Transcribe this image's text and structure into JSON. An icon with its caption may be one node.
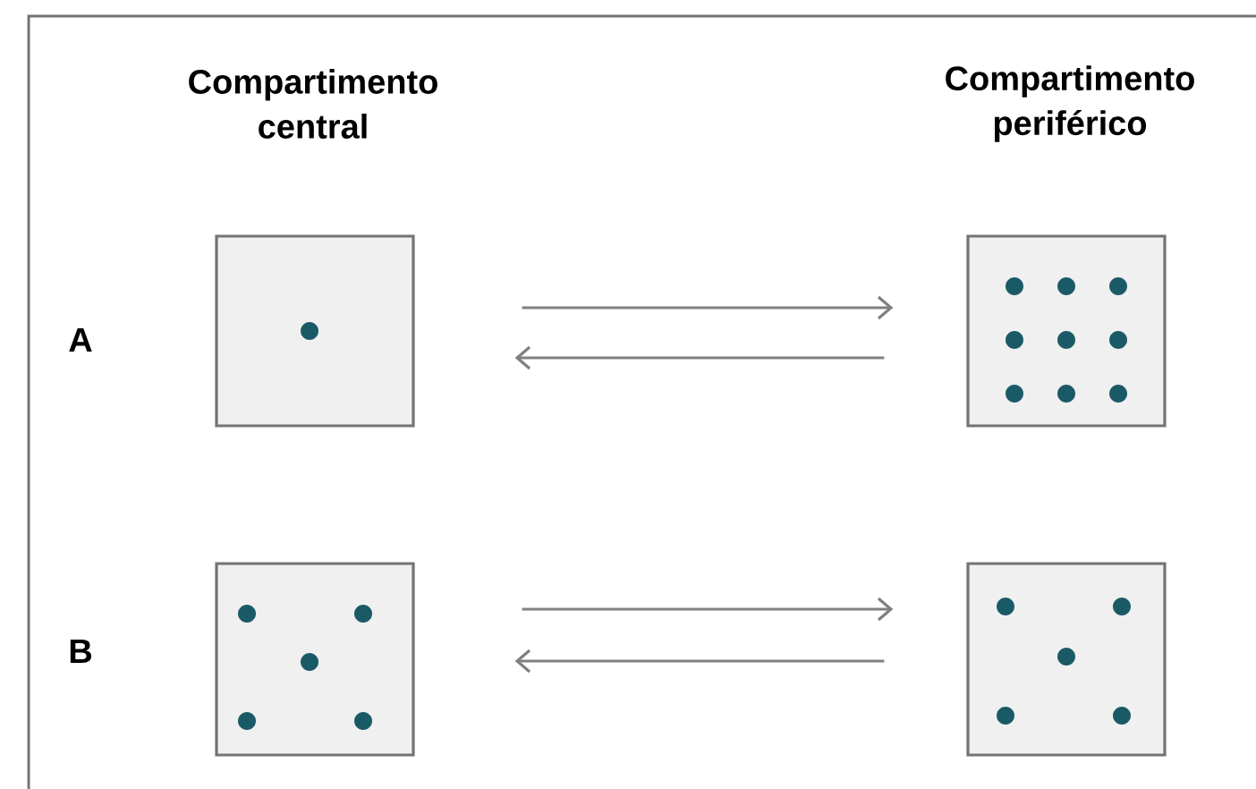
{
  "diagram": {
    "nodes": [
      {
        "text": [],
        "shape": "box"
      },
      {
        "text": [],
        "shape": "box"
      },
      {
        "text": [],
        "shape": "box"
      },
      {
        "text": [],
        "shape": "box"
      }
    ],
    "edges": [
      {
        "from": 0,
        "to": 1,
        "arrow": "to"
      },
      {
        "from": 1,
        "to": 0,
        "arrow": "to"
      },
      {
        "from": 2,
        "to": 3,
        "arrow": "to"
      },
      {
        "from": 3,
        "to": 2,
        "arrow": "to"
      }
    ],
    "labels": [
      "Compartimento central",
      "Compartimento periférico",
      "A",
      "B"
    ]
  }
}
